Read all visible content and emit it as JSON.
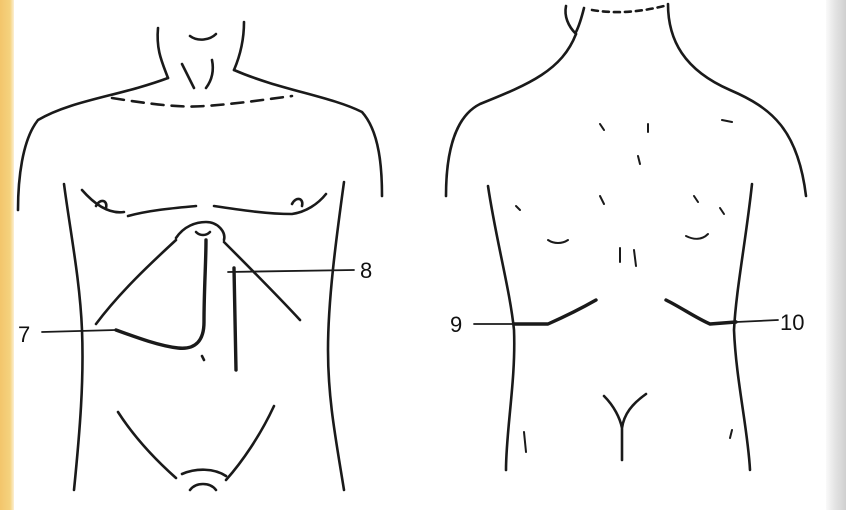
{
  "labels": {
    "l7": "7",
    "l8": "8",
    "l9": "9",
    "l10": "10"
  },
  "colors": {
    "ink": "#1a1a1a",
    "paper": "#ffffff",
    "edge_left": "#f3c56b",
    "edge_right": "#cfcfcf"
  }
}
